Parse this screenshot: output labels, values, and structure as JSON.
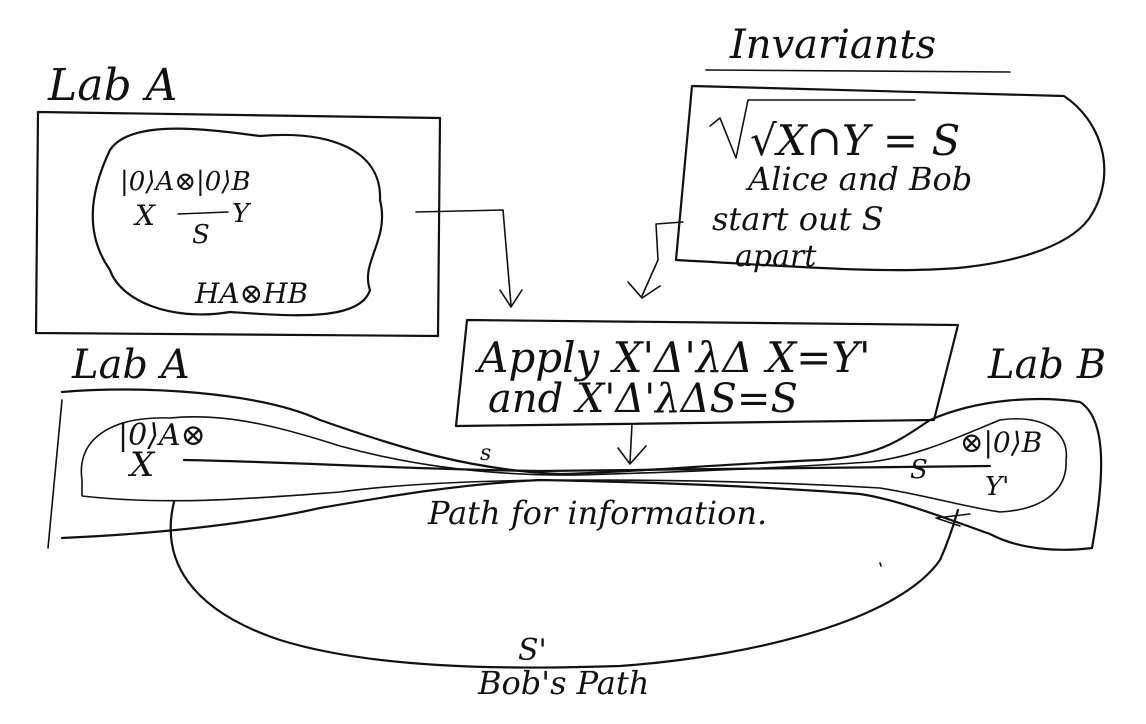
{
  "lab_a_top": {
    "title": "Lab A",
    "state_line": "|0⟩A⊗|0⟩B",
    "x_label": "X",
    "s_label": "S",
    "y_label": "Y",
    "hilbert_label": "HA⊗HB"
  },
  "invariants": {
    "title": "Invariants",
    "formula": "√X∩Y = S",
    "line1": "Alice and Bob",
    "line2": "start out S",
    "line3": "apart"
  },
  "apply_box": {
    "line1": "Apply X'Δ'λΔ X=Y'",
    "line2": "and X'Δ'λΔS=S"
  },
  "lab_a_bottom": {
    "title": "Lab A",
    "state": "|0⟩A⊗",
    "x_label": "X"
  },
  "lab_b": {
    "title": "Lab B",
    "state": "⊗|0⟩B",
    "s_label": "S",
    "y_label": "Y'"
  },
  "path": {
    "s_mid": "s",
    "info_label": "Path for information.",
    "s_prime": "S'",
    "bob_label": "Bob's Path"
  }
}
